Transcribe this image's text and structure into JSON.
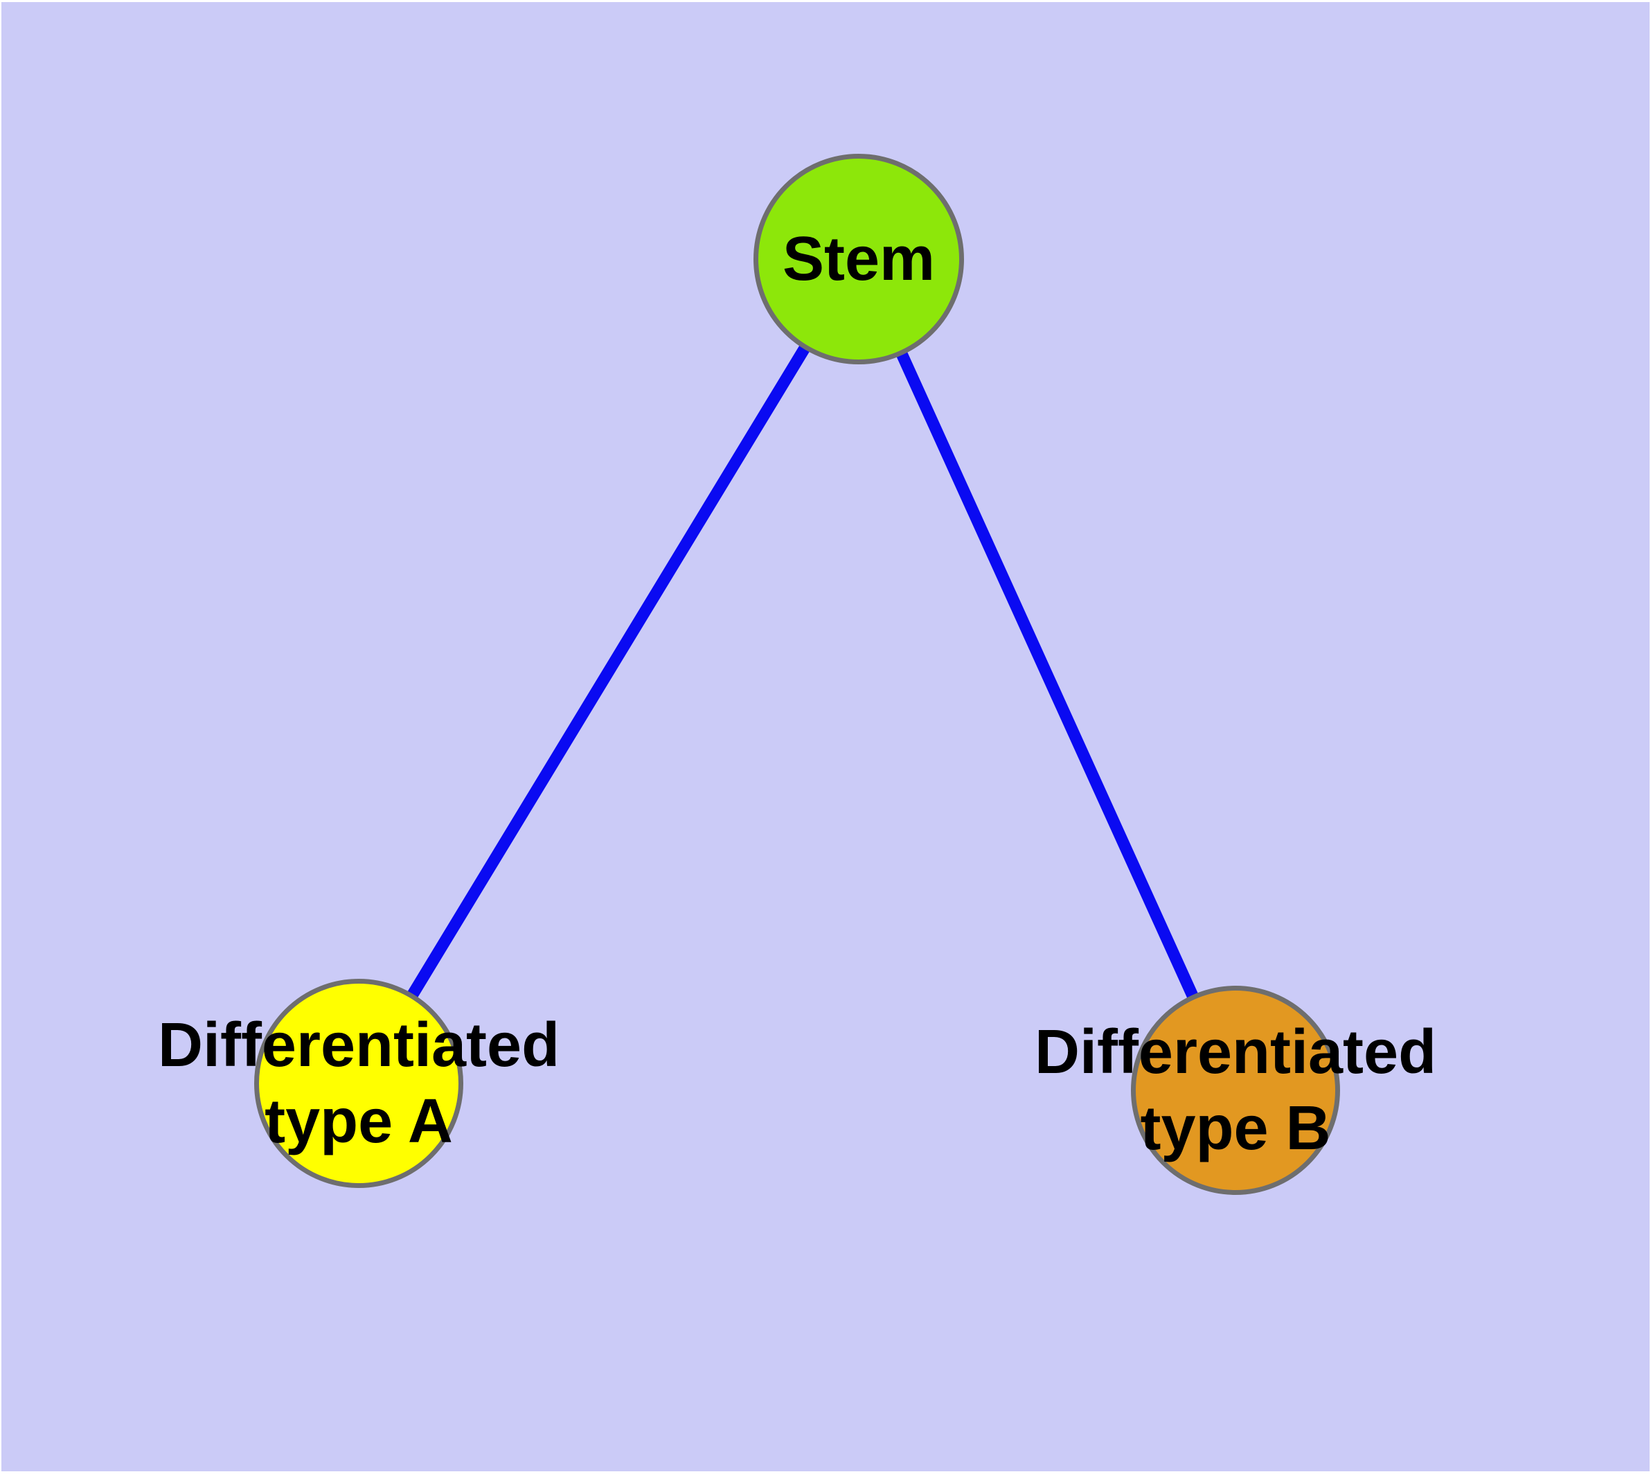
{
  "canvas": {
    "background_color": "#cbcbf7",
    "frame_color": "#ffffff"
  },
  "graph": {
    "type": "tree",
    "edge_color": "#0a0af2",
    "node_border_color": "#6e6e6e",
    "text_color": "#000000",
    "nodes": [
      {
        "id": "stem",
        "label_lines": [
          "Stem",
          ""
        ],
        "fill": "#8de70a"
      },
      {
        "id": "differentiated-type-a",
        "label_lines": [
          "Differentiated",
          "type A"
        ],
        "fill": "#ffff00"
      },
      {
        "id": "differentiated-type-b",
        "label_lines": [
          "Differentiated",
          "type B"
        ],
        "fill": "#e29821"
      }
    ],
    "edges": [
      {
        "from": "Stem",
        "to": "Differentiated type A"
      },
      {
        "from": "Stem",
        "to": "Differentiated type B"
      }
    ]
  }
}
